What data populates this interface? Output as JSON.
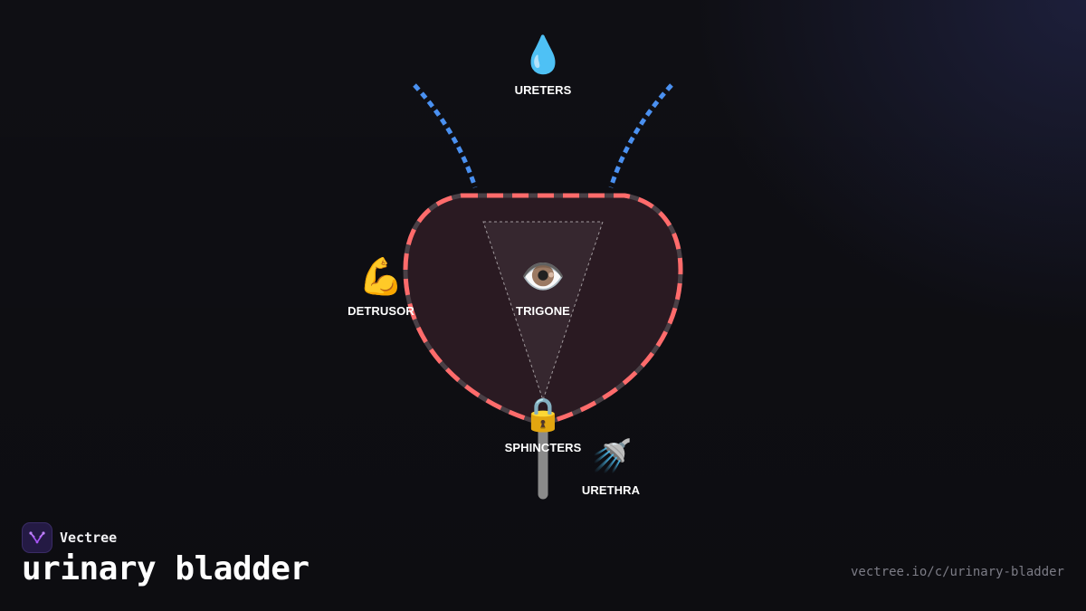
{
  "brand": {
    "name": "Vectree",
    "logo_icon": "vectree-logo-icon"
  },
  "title": "urinary bladder",
  "url": "vectree.io/c/urinary-bladder",
  "colors": {
    "background": "#0f0f14",
    "bladder_outline": "#ff6b6b",
    "bladder_fill": "#2a1a22",
    "ureters": "#4a90f0",
    "urethra": "#8a8a8a",
    "logo_accent": "#a855f7"
  },
  "labels": {
    "ureters": {
      "text": "URETERS",
      "icon": "💧",
      "icon_name": "water-drop-icon"
    },
    "detrusor": {
      "text": "DETRUSOR",
      "icon": "💪",
      "icon_name": "flexed-bicep-icon"
    },
    "trigone": {
      "text": "TRIGONE",
      "icon": "👁️",
      "icon_name": "eye-icon"
    },
    "sphincters": {
      "text": "SPHINCTERS",
      "icon": "🔒",
      "icon_name": "lock-icon"
    },
    "urethra": {
      "text": "URETHRA",
      "icon": "🚿",
      "icon_name": "shower-icon"
    }
  }
}
